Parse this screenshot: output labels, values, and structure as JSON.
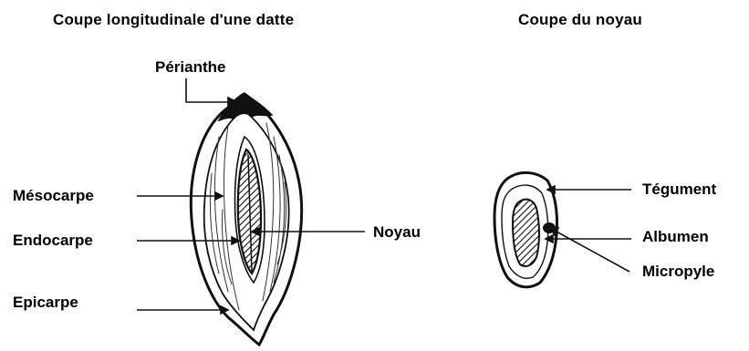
{
  "date_section": {
    "title": "Coupe longitudinale d'une datte",
    "labels": {
      "perianthe": "Périanthe",
      "mesocarpe": "Mésocarpe",
      "endocarpe": "Endocarpe",
      "epicarpe": "Epicarpe",
      "noyau": "Noyau"
    }
  },
  "seed_section": {
    "title": "Coupe du noyau",
    "labels": {
      "tegument": "Tégument",
      "albumen": "Albumen",
      "micropyle": "Micropyle"
    }
  }
}
